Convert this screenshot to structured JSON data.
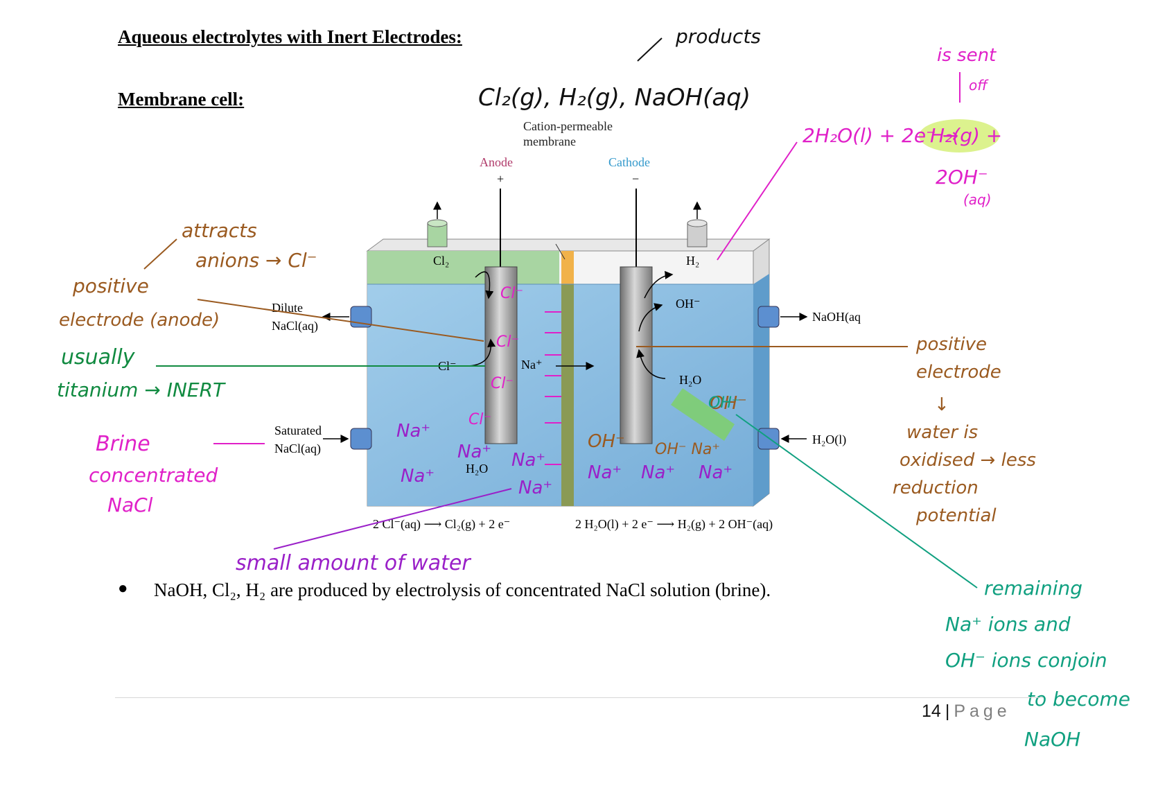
{
  "headings": {
    "title": "Aqueous electrolytes with Inert Electrodes:",
    "subtitle": "Membrane cell:"
  },
  "diagram": {
    "membrane_label_line1": "Cation-permeable",
    "membrane_label_line2": "membrane",
    "anode": "Anode",
    "anode_sign": "+",
    "cathode": "Cathode",
    "cathode_sign": "−",
    "cl2": "Cl₂",
    "h2": "H₂",
    "dilute_line1": "Dilute",
    "dilute_line2": "NaCl(aq)",
    "saturated_line1": "Saturated",
    "saturated_line2": "NaCl(aq)",
    "naoh_out": "NaOH(aq",
    "h2o_in": "H₂O(l)",
    "cl_minus": "Cl⁻",
    "na_plus": "Na⁺",
    "oh_minus": "OH⁻",
    "h2o_cathode": "H₂O",
    "h2o_anode": "H₂O",
    "anode_equation": "2 Cl⁻(aq) ⟶ Cl₂(g) + 2 e⁻",
    "cathode_equation": "2 H₂O(l) + 2 e⁻ ⟶ H₂(g) + 2 OH⁻(aq)",
    "colors": {
      "electrolyte": "#8fc1e3",
      "anode_gas": "#a8d5a2",
      "membrane_top": "#f1b24a",
      "membrane": "#8a9a55",
      "electrode": "#8c8c8c"
    }
  },
  "annotations": {
    "products_label": "products",
    "products_formula": "Cl₂(g), H₂(g), NaOH(aq)",
    "is_sent": "is sent",
    "off": "off",
    "cathode_eq_hw": "2H₂O(l) + 2e⁻ →",
    "h2_hw": "H₂(g) +",
    "oh_hw": "2OH⁻",
    "aq_hw": "(aq)",
    "attracts": "attracts",
    "anions": "anions → Cl⁻",
    "positive": "positive",
    "electrode_anode": "electrode (anode)",
    "usually": "usually",
    "titanium": "titanium → INERT",
    "brine": "Brine",
    "concentrated": "concentrated",
    "nacl": "NaCl",
    "small_water": "small amount of water",
    "positive_r": "positive",
    "electrode_r": "electrode",
    "arrow_down": "↓",
    "water_is": "water is",
    "oxidised": "oxidised → less",
    "reduction": "reduction",
    "potential": "potential",
    "remaining": "remaining",
    "na_ions": "Na⁺ ions and",
    "oh_ions": "OH⁻ ions conjoin",
    "to_become": "to become",
    "naoh": "NaOH",
    "cl1": "Cl⁻",
    "cl2": "Cl⁻",
    "cl3": "Cl⁻",
    "cl4": "Cl⁻",
    "na1": "Na⁺",
    "na2": "Na⁺",
    "na3": "Na⁺",
    "na4": "Na⁺",
    "na5": "Na⁺",
    "na6": "Na⁺",
    "na7": "Na⁺",
    "na8": "Na⁺",
    "oh1": "OH⁻",
    "oh2": "OH⁻",
    "oh_na": "OH⁻ Na⁺",
    "oh_hl": "OH⁻"
  },
  "bullet": "NaOH, Cl₂, H₂ are produced by electrolysis of concentrated NaCl solution (brine).",
  "footer": {
    "page_number": "14",
    "separator": "|",
    "page_word": "Page"
  }
}
